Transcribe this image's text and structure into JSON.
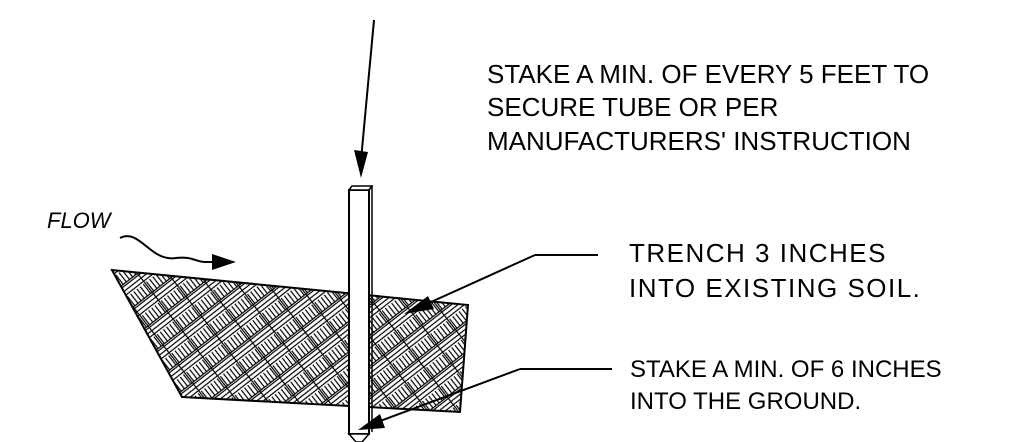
{
  "labels": {
    "stake_spacing": [
      "STAKE A MIN. OF EVERY 5 FEET TO",
      "SECURE TUBE OR  PER",
      "MANUFACTURERS' INSTRUCTION"
    ],
    "flow": "FLOW",
    "trench": [
      "TRENCH  3  INCHES",
      "INTO  EXISTING  SOIL."
    ],
    "stake_depth": [
      "STAKE A MIN. OF 6 INCHES",
      "INTO THE GROUND."
    ]
  }
}
